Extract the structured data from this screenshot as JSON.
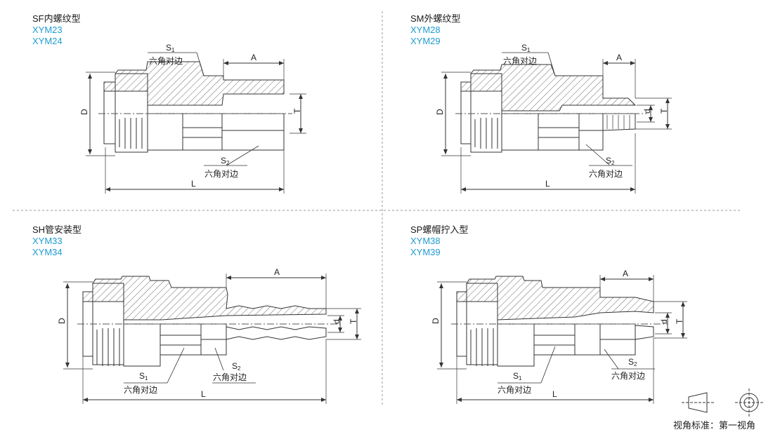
{
  "panels": [
    {
      "name": "SF内螺纹型",
      "codes": [
        "XYM23",
        "XYM24"
      ]
    },
    {
      "name": "SM外螺纹型",
      "codes": [
        "XYM28",
        "XYM29"
      ]
    },
    {
      "name": "SH管安装型",
      "codes": [
        "XYM33",
        "XYM34"
      ]
    },
    {
      "name": "SP螺帽拧入型",
      "codes": [
        "XYM38",
        "XYM39"
      ]
    }
  ],
  "dims": {
    "s1_letter": "S",
    "s1_sub": "1",
    "s2_letter": "S",
    "s2_sub": "2",
    "hex_label": "六角对边",
    "a": "A",
    "d_big": "D",
    "d_small": "d",
    "t": "T",
    "l": "L"
  },
  "projection": {
    "label": "视角标准：第一视角"
  },
  "colors": {
    "line": "#333333",
    "code": "#1f9bd1",
    "divider": "#9a9a9a"
  }
}
